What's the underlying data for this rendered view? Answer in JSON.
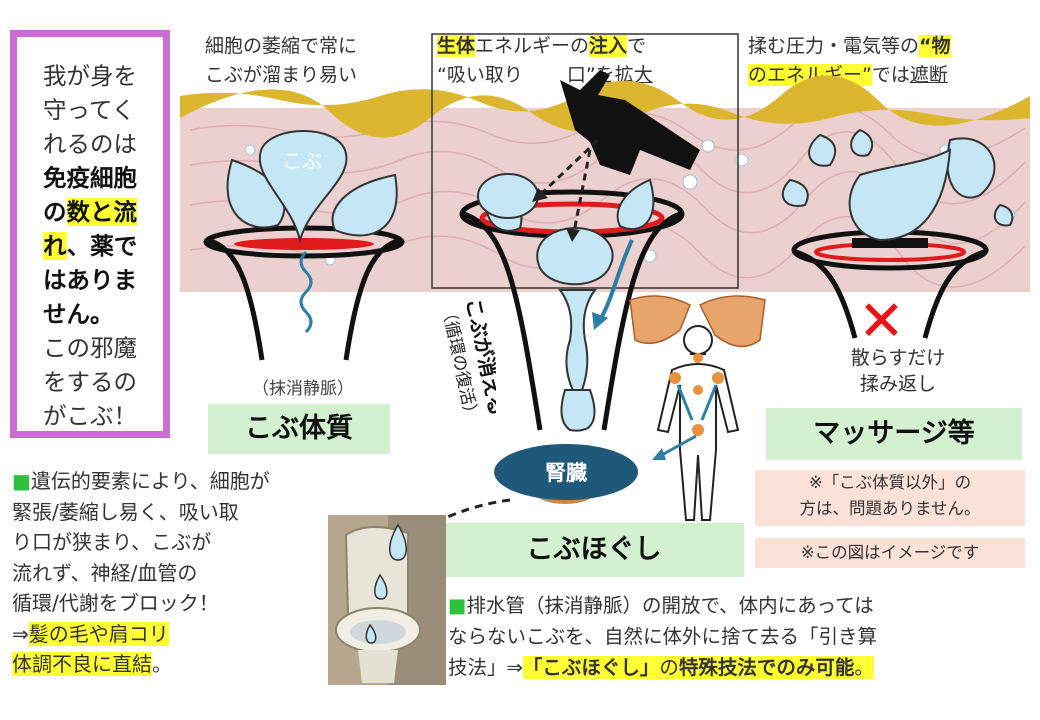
{
  "left_box": {
    "line1": "我が身を",
    "line2": "守ってく",
    "line3": "れるのは",
    "line4": "免疫細胞",
    "line5a": "の",
    "line5b": "数と流",
    "line6a": "れ",
    "line6b": "、薬で",
    "line7": "はありま",
    "line8": "せん。",
    "line9": "この邪魔",
    "line10": "をするの",
    "line11": "がこぶ！"
  },
  "top_left": {
    "line1": "細胞の萎縮で常に",
    "line2": "こぶが溜まり易い"
  },
  "top_center": {
    "line1a": "生体",
    "line1b": "エネルギーの",
    "line1c": "注入",
    "line1d": "で",
    "line2a": "“吸い取り",
    "line2b": "口”を",
    "line2c": "拡大"
  },
  "top_right": {
    "line1a": "揉む圧力・電気等の",
    "line1b": "“物",
    "line2a": "のエネルギー”",
    "line2b": "では",
    "line2c": "遮断"
  },
  "diagram": {
    "bump_label": "こぶ",
    "vein_label": "（抹消静脈）",
    "vertical_main": "こぶが消える",
    "vertical_sub": "（循環の復活）",
    "kidney": "腎臓",
    "scatter_line1": "散らすだけ",
    "scatter_line2": "揉み返し",
    "cross_mark": "✕"
  },
  "labels": {
    "kobu_taishitsu": "こぶ体質",
    "massage": "マッサージ等",
    "hogushi": "こぶほぐし"
  },
  "notes": {
    "note1_line1": "※「こぶ体質以外」の",
    "note1_line2": "方は、問題ありません。",
    "note2": "※この図はイメージです"
  },
  "bottom_left": {
    "square": "■",
    "line1": "遺伝的要素により、細胞が",
    "line2": "緊張/萎縮し易く、吸い取",
    "line3": "り口が狭まり、こぶが",
    "line4": "流れず、神経/血管の",
    "line5": "循環/代謝をブロック！",
    "line6a": "⇒",
    "line6b": "髪の毛や肩コリ",
    "line7a": "体調不良に直結",
    "line7b": "。"
  },
  "bottom_right": {
    "square": "■",
    "line1": "排水管（抹消静脈）の開放で、体内にあっては",
    "line2": "ならないこぶを、自然に体外に捨て去る「引き算",
    "line3a": "技法」⇒",
    "line3b": "「こぶほぐし」",
    "line3c": "の",
    "line3d": "特殊技法でのみ可能",
    "line3e": "。"
  },
  "colors": {
    "purple_border": "#c86fd1",
    "highlight": "#ffff33",
    "label_green": "#d3f0d0",
    "note_pink": "#fbe1d8",
    "kidney_blue": "#1f5878",
    "drop_blue": "#c5e7f5",
    "red_ring": "#e11b1b",
    "tissue_pink": "#e9c6c6"
  }
}
